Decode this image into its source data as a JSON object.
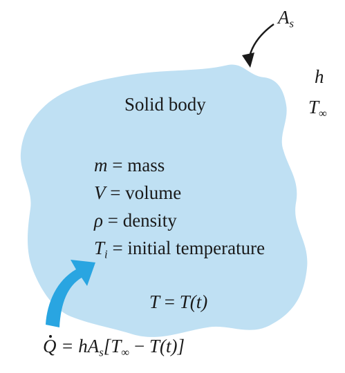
{
  "labels": {
    "surface_area": "A",
    "surface_area_sub": "s",
    "h": "h",
    "t_inf": "T",
    "t_inf_sym": "∞",
    "title": "Solid body"
  },
  "properties": [
    {
      "sym": "m",
      "sub": "",
      "text": " = mass"
    },
    {
      "sym": "V",
      "sub": "",
      "text": " = volume"
    },
    {
      "sym": "ρ",
      "sub": "",
      "text": " = density"
    },
    {
      "sym": "T",
      "sub": "i",
      "text": " = initial temperature"
    }
  ],
  "temperature": {
    "lhs": "T",
    "eq": " = ",
    "rhs": "T(t)"
  },
  "heat_eq": {
    "q": "Q",
    "middle": " = hA",
    "sub": "s",
    "bracket_open": "[T",
    "inf": "∞",
    "minus": " − ",
    "tail": "T(t)]"
  },
  "colors": {
    "body_fill": "#bfe0f3",
    "arrow_fill": "#29a5e1"
  }
}
